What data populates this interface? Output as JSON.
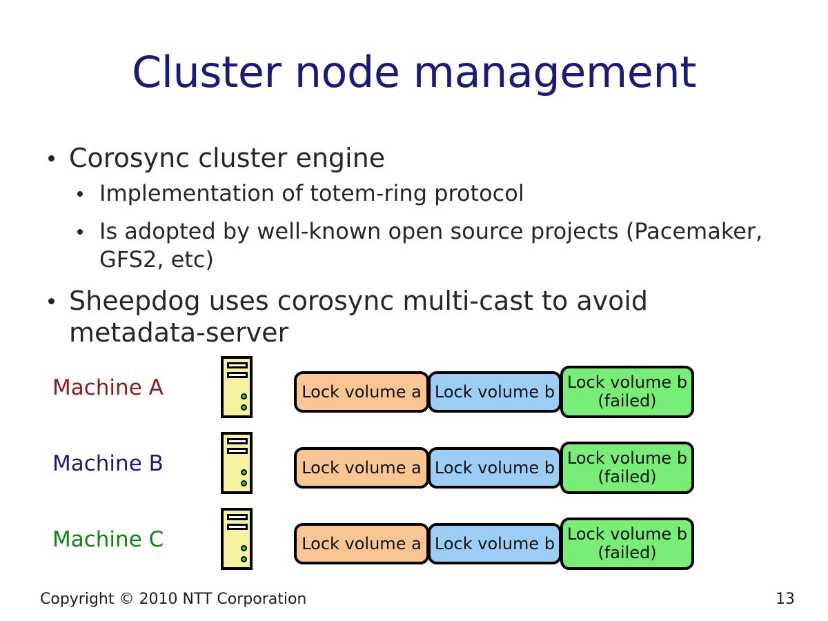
{
  "slide": {
    "title": "Cluster node management",
    "page_number": "13",
    "copyright": "Copyright © 2010 NTT Corporation",
    "title_color": "#1a1a7a",
    "background": "#ffffff"
  },
  "bullets": [
    {
      "level": 1,
      "text": "Corosync cluster engine"
    },
    {
      "level": 2,
      "text": "Implementation of totem-ring protocol"
    },
    {
      "level": 2,
      "text": "Is adopted by well-known open source projects (Pacemaker, GFS2, etc)"
    },
    {
      "level": 1,
      "text": "Sheepdog uses corosync multi-cast to avoid metadata-server"
    }
  ],
  "diagram": {
    "rows": [
      {
        "machine_label": "Machine A",
        "machine_label_color": "#8b1a1a",
        "icon": "server-tower-icon",
        "locks": [
          {
            "label": "Lock volume a",
            "color": "#f9c693",
            "state": "active"
          },
          {
            "label": "Lock volume b",
            "color": "#9ccdf5",
            "state": "active"
          },
          {
            "label_line1": "Lock volume b",
            "label_line2": "(failed)",
            "color": "#78ee78",
            "state": "failed"
          }
        ]
      },
      {
        "machine_label": "Machine B",
        "machine_label_color": "#1a1a7a",
        "icon": "server-tower-icon",
        "locks": [
          {
            "label": "Lock volume a",
            "color": "#f9c693",
            "state": "active"
          },
          {
            "label": "Lock volume b",
            "color": "#9ccdf5",
            "state": "active"
          },
          {
            "label_line1": "Lock volume b",
            "label_line2": "(failed)",
            "color": "#78ee78",
            "state": "failed"
          }
        ]
      },
      {
        "machine_label": "Machine C",
        "machine_label_color": "#148014",
        "icon": "server-tower-icon",
        "locks": [
          {
            "label": "Lock volume a",
            "color": "#f9c693",
            "state": "active"
          },
          {
            "label": "Lock volume b",
            "color": "#9ccdf5",
            "state": "active"
          },
          {
            "label_line1": "Lock volume b",
            "label_line2": "(failed)",
            "color": "#78ee78",
            "state": "failed"
          }
        ]
      }
    ]
  }
}
